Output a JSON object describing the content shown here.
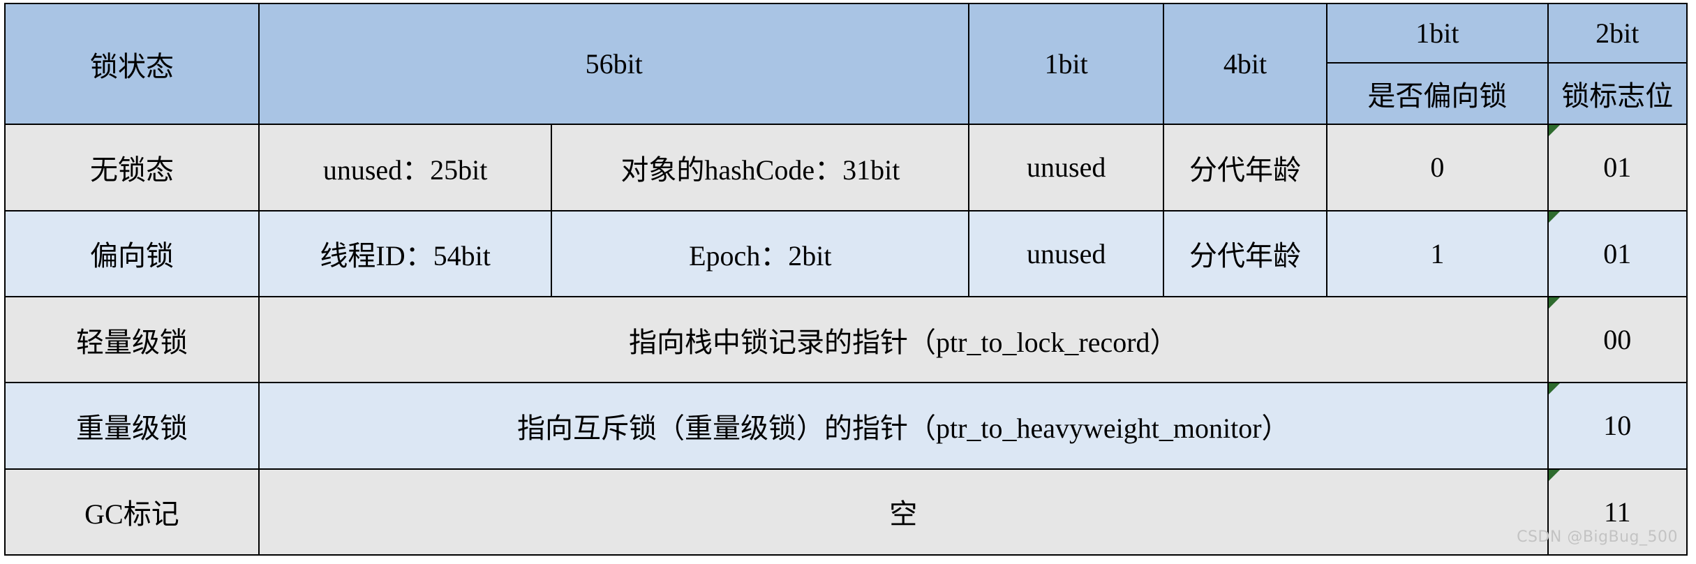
{
  "table": {
    "header": {
      "state_label": "锁状态",
      "bits_56": "56bit",
      "bits_1": "1bit",
      "bits_4": "4bit",
      "biased_bits": "1bit",
      "flag_bits": "2bit",
      "biased_label": "是否偏向锁",
      "flag_label": "锁标志位"
    },
    "rows": [
      {
        "state": "无锁态",
        "field_a": "unused：25bit",
        "field_b": "对象的hashCode：31bit",
        "one_bit": "unused",
        "four_bit": "分代年龄",
        "biased": "0",
        "flag": "01",
        "span": false,
        "shade": "gray",
        "flag_marker": true
      },
      {
        "state": "偏向锁",
        "field_a": "线程ID：54bit",
        "field_b": "Epoch：2bit",
        "one_bit": "unused",
        "four_bit": "分代年龄",
        "biased": "1",
        "flag": "01",
        "span": false,
        "shade": "blue",
        "flag_marker": true
      },
      {
        "state": "轻量级锁",
        "merged": "指向栈中锁记录的指针（ptr_to_lock_record）",
        "flag": "00",
        "span": true,
        "shade": "gray",
        "flag_marker": true
      },
      {
        "state": "重量级锁",
        "merged": "指向互斥锁（重量级锁）的指针（ptr_to_heavyweight_monitor）",
        "flag": "10",
        "span": true,
        "shade": "blue",
        "flag_marker": true
      },
      {
        "state": "GC标记",
        "merged": "空",
        "flag": "11",
        "span": true,
        "shade": "gray",
        "flag_marker": true
      }
    ]
  },
  "watermark": {
    "text": "CSDN @BigBug_500"
  },
  "colors": {
    "header_blue": "#a9c4e4",
    "row_gray": "#e6e6e6",
    "row_blue": "#dce7f4",
    "border": "#000000",
    "comment_flag_green": "#2e6b2e",
    "watermark_gray": "#c3c3c3"
  }
}
